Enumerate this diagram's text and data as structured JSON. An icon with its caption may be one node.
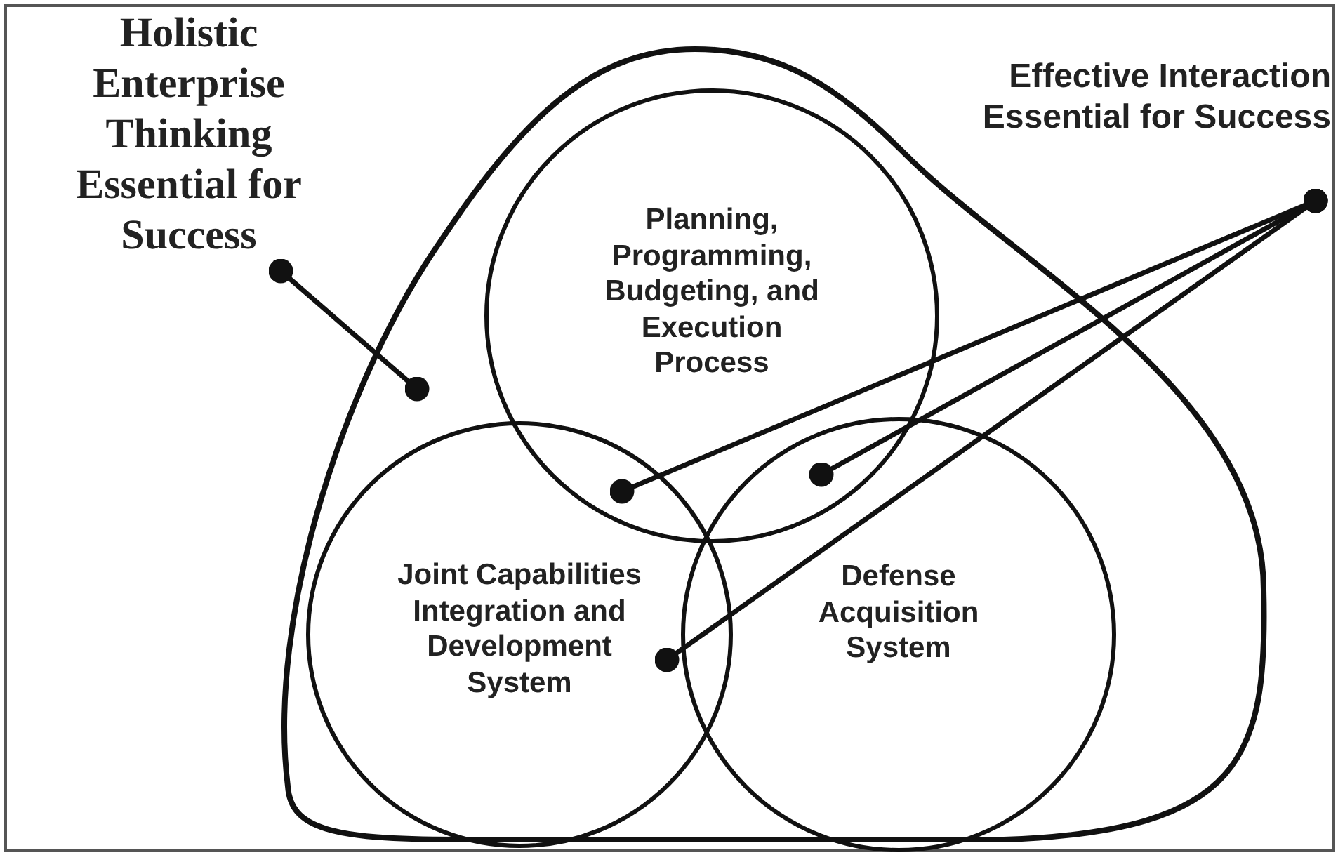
{
  "diagram": {
    "nodes": [
      {
        "text": [
          "Holistic Enterprise Thinking Essential for Success"
        ]
      },
      {
        "text": [
          "Effective Interaction Essential for Success"
        ]
      },
      {
        "text": [],
        "shape": "triangle"
      },
      {
        "text": [
          "Planning, Programming, Budgeting, and Execution Process"
        ],
        "in": 2
      },
      {
        "text": [
          "Joint Capabilities Integration and Development System"
        ],
        "in": 2
      },
      {
        "text": [
          "Defense Acquisition System"
        ],
        "in": 2
      }
    ],
    "edges": [
      {
        "from": 0,
        "to": 2,
        "arrow": "other"
      },
      {
        "from": 1,
        "to": 4,
        "arrow": "other"
      },
      {
        "from": 1,
        "to": 5,
        "arrow": "other"
      },
      {
        "from": 1,
        "to": 4,
        "arrow": "other"
      }
    ]
  }
}
